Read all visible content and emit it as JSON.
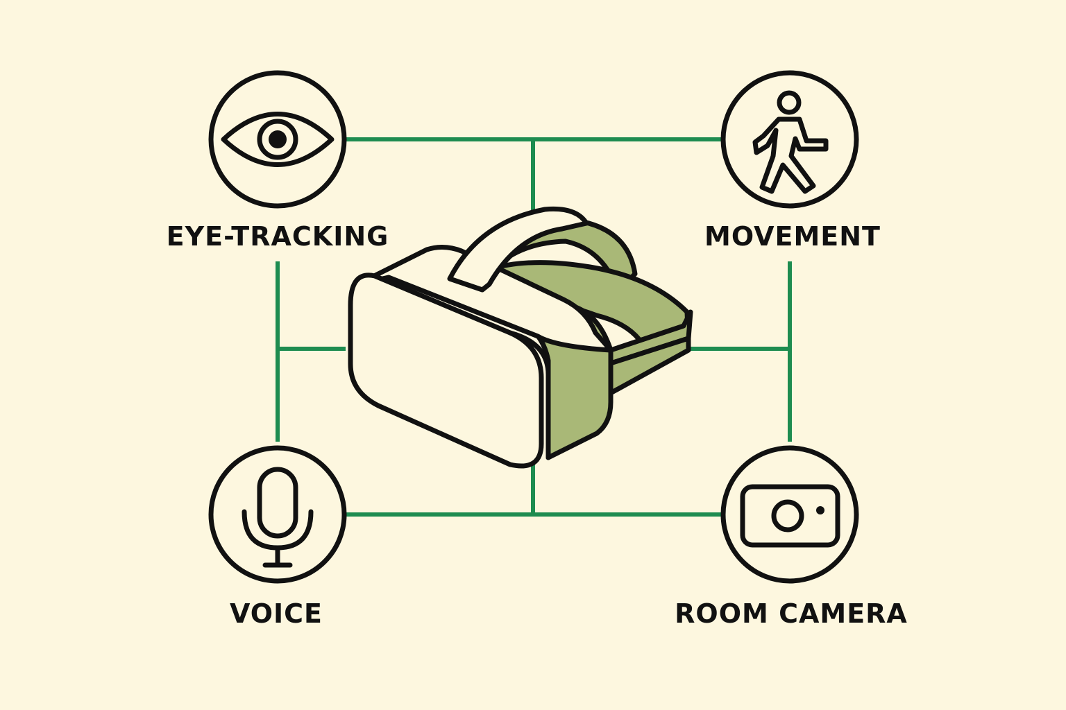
{
  "colors": {
    "background": "#fdf7df",
    "connector": "#1e8c50",
    "outline": "#111111",
    "strap_fill": "#a9b877",
    "headset_fill": "#fdf7df"
  },
  "nodes": [
    {
      "id": "eye",
      "label": "EYE-TRACKING",
      "icon": "eye-icon"
    },
    {
      "id": "movement",
      "label": "MOVEMENT",
      "icon": "walking-person-icon"
    },
    {
      "id": "voice",
      "label": "VOICE",
      "icon": "microphone-icon"
    },
    {
      "id": "camera",
      "label": "ROOM CAMERA",
      "icon": "camera-icon"
    }
  ],
  "center": {
    "icon": "vr-headset-icon"
  }
}
